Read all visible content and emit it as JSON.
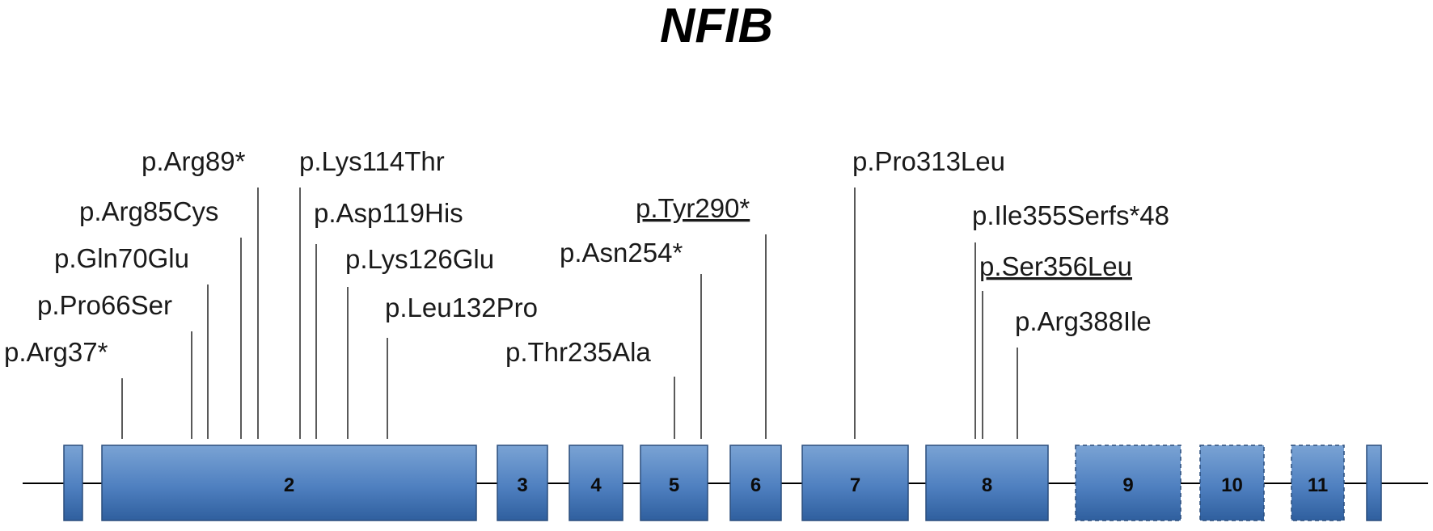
{
  "title": "NFIB",
  "colors": {
    "exon_fill_top": "#7aa3d4",
    "exon_fill_mid": "#4f80c0",
    "exon_fill_bottom": "#2f5f9e",
    "exon_stroke": "#2a4d7c",
    "backbone": "#000000",
    "highlight_text": "#e00000",
    "label_text": "#1a1a1a"
  },
  "exons": [
    {
      "id": "e1",
      "label": ""
    },
    {
      "id": "e2",
      "label": "2"
    },
    {
      "id": "e3",
      "label": "3"
    },
    {
      "id": "e4",
      "label": "4"
    },
    {
      "id": "e5",
      "label": "5"
    },
    {
      "id": "e6",
      "label": "6"
    },
    {
      "id": "e7",
      "label": "7"
    },
    {
      "id": "e8",
      "label": "8"
    },
    {
      "id": "e9",
      "label": "9",
      "style": "dashed"
    },
    {
      "id": "e10",
      "label": "10",
      "style": "dashed"
    },
    {
      "id": "e11",
      "label": "11",
      "style": "dashed"
    },
    {
      "id": "e12",
      "label": ""
    }
  ],
  "variants": [
    {
      "id": "arg37",
      "text": "p.Arg37*"
    },
    {
      "id": "pro66ser",
      "text": "p.Pro66Ser"
    },
    {
      "id": "gln70glu",
      "text": "p.Gln70Glu"
    },
    {
      "id": "arg85cys",
      "text": "p.Arg85Cys"
    },
    {
      "id": "arg89",
      "text": "p.Arg89*"
    },
    {
      "id": "lys114thr",
      "text": "p.Lys114Thr"
    },
    {
      "id": "asp119his",
      "text": "p.Asp119His"
    },
    {
      "id": "lys126glu",
      "text": "p.Lys126Glu"
    },
    {
      "id": "leu132pro",
      "text": "p.Leu132Pro"
    },
    {
      "id": "thr235ala",
      "text": "p.Thr235Ala"
    },
    {
      "id": "asn254",
      "text": "p.Asn254*"
    },
    {
      "id": "tyr290",
      "text": "p.Tyr290*",
      "color": "highlight",
      "underline": true
    },
    {
      "id": "pro313leu",
      "text": "p.Pro313Leu"
    },
    {
      "id": "ile355serfs",
      "text": "p.Ile355Serfs*48"
    },
    {
      "id": "ser356leu",
      "text": "p.Ser356Leu",
      "underline": true
    },
    {
      "id": "arg388ile",
      "text": "p.Arg388Ile"
    }
  ]
}
